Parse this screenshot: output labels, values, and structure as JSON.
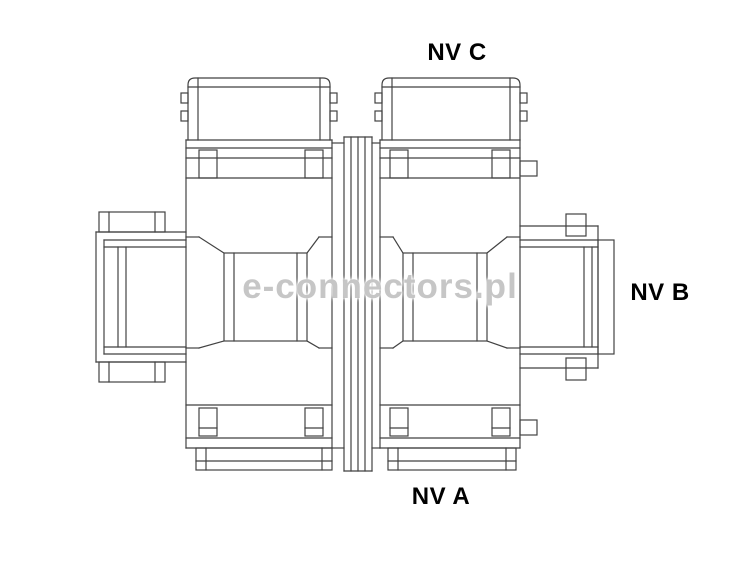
{
  "diagram": {
    "labels": {
      "port_c": "NV C",
      "port_b": "NV B",
      "port_a": "NV A"
    },
    "watermark": "e-connectors.pl",
    "colors": {
      "line": "#424242",
      "background": "#ffffff",
      "label_text": "#000000",
      "watermark_text": "#bababa"
    }
  }
}
